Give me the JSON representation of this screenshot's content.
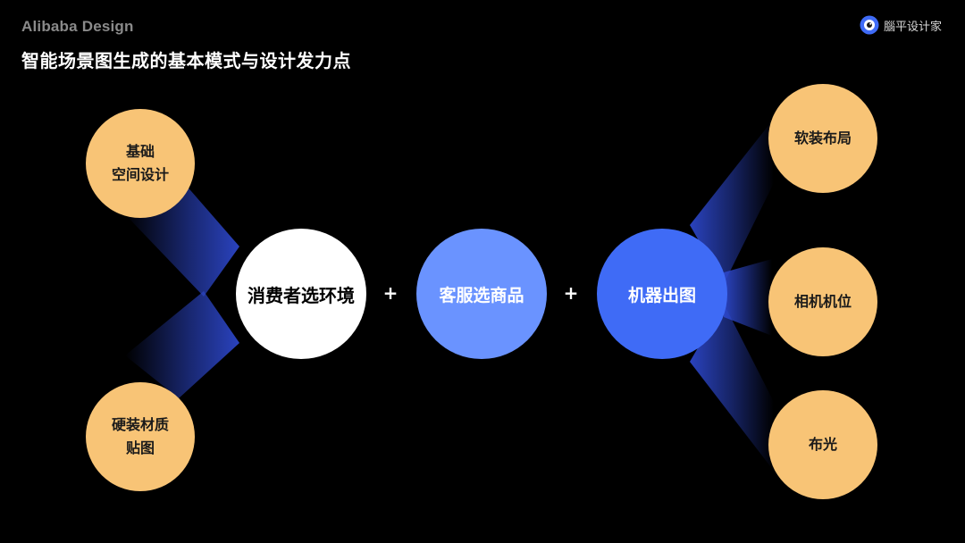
{
  "header": {
    "brand": "Alibaba Design",
    "title": "智能场景图生成的基本模式与设计发力点",
    "logo_text": "腦平设计家",
    "logo_icon": "eye-logo-icon"
  },
  "flow": {
    "step1": "消费者选环境",
    "step2": "客服选商品",
    "step3": "机器出图",
    "operator1": "+",
    "operator2": "+"
  },
  "left_points": {
    "top_line1": "基础",
    "top_line2": "空间设计",
    "bottom_line1": "硬装材质",
    "bottom_line2": "贴图"
  },
  "right_points": {
    "top": "软装布局",
    "middle": "相机机位",
    "bottom": "布光"
  },
  "colors": {
    "background": "#000000",
    "satellite": "#f8c476",
    "consumer": "#ffffff",
    "service": "#6a93ff",
    "machine": "#3f6bf6",
    "beam": "#2c46c8"
  }
}
